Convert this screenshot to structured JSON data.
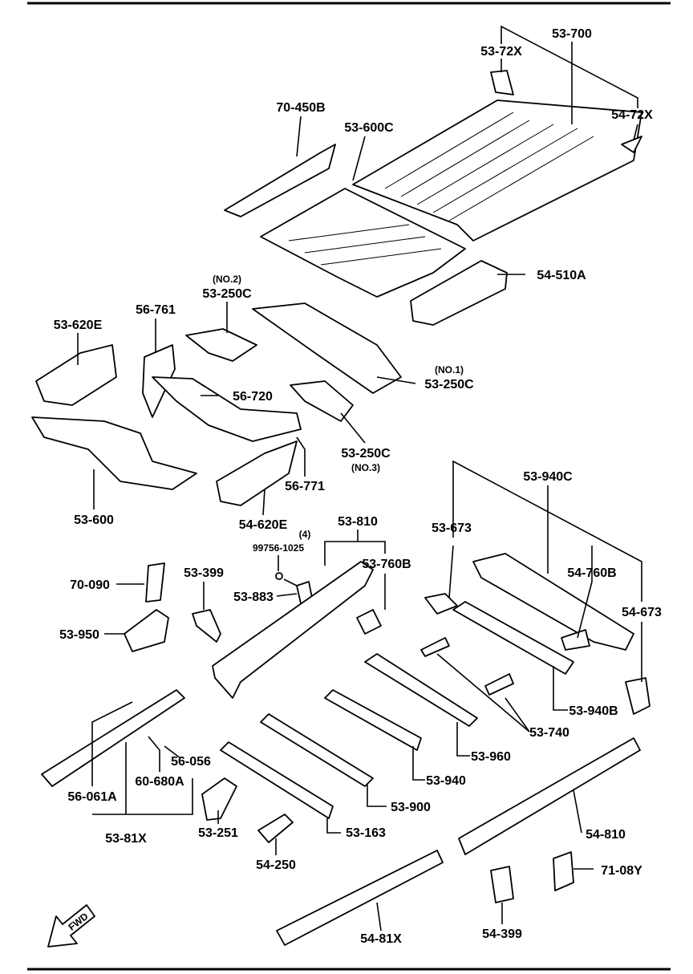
{
  "diagram": {
    "labels": {
      "p53_700": "53-700",
      "p53_72x": "53-72X",
      "p54_72x": "54-72X",
      "p70_450b": "70-450B",
      "p53_600c": "53-600C",
      "p54_510a": "54-510A",
      "no2": "(NO.2)",
      "p53_250c_2": "53-250C",
      "p56_761": "56-761",
      "p53_620e": "53-620E",
      "no1": "(NO.1)",
      "p53_250c_1": "53-250C",
      "p56_720": "56-720",
      "p53_250c_3": "53-250C",
      "no3": "(NO.3)",
      "p53_600": "53-600",
      "p56_771": "56-771",
      "p54_620e": "54-620E",
      "p53_810": "53-810",
      "qty4": "(4)",
      "p99756_1025": "99756-1025",
      "p53_673": "53-673",
      "p53_940c": "53-940C",
      "p53_760b": "53-760B",
      "p53_399": "53-399",
      "p70_090": "70-090",
      "p54_760b": "54-760B",
      "p53_883": "53-883",
      "p54_673": "54-673",
      "p53_950": "53-950",
      "p53_940b": "53-940B",
      "p56_056": "56-056",
      "p53_740": "53-740",
      "p53_960": "53-960",
      "p56_061a": "56-061A",
      "p60_680a": "60-680A",
      "p53_940": "53-940",
      "p53_900": "53-900",
      "p54_810": "54-810",
      "p53_81x": "53-81X",
      "p53_251": "53-251",
      "p53_163": "53-163",
      "p54_250": "54-250",
      "p71_08y": "71-08Y",
      "p54_399": "54-399",
      "p54_81x": "54-81X"
    },
    "fwd_arrow": "FWD"
  }
}
